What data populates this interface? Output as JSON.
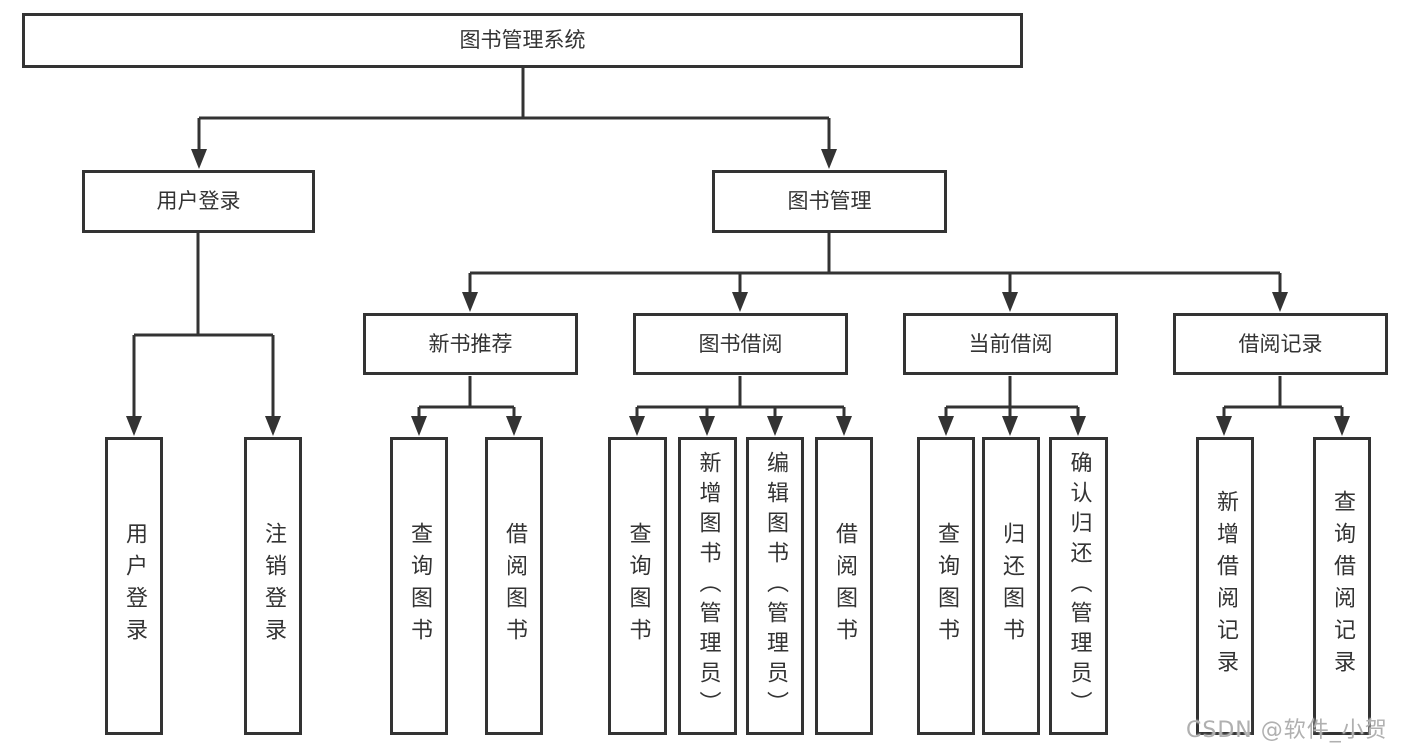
{
  "tree": {
    "label": "图书管理系统",
    "children": [
      {
        "label": "用户登录",
        "children": [
          {
            "label": "用户登录"
          },
          {
            "label": "注销登录"
          }
        ]
      },
      {
        "label": "图书管理",
        "children": [
          {
            "label": "新书推荐",
            "children": [
              {
                "label": "查询图书"
              },
              {
                "label": "借阅图书"
              }
            ]
          },
          {
            "label": "图书借阅",
            "children": [
              {
                "label": "查询图书"
              },
              {
                "label": "新增图书（管理员）"
              },
              {
                "label": "编辑图书（管理员）"
              },
              {
                "label": "借阅图书"
              }
            ]
          },
          {
            "label": "当前借阅",
            "children": [
              {
                "label": "查询图书"
              },
              {
                "label": "归还图书"
              },
              {
                "label": "确认归还（管理员）"
              }
            ]
          },
          {
            "label": "借阅记录",
            "children": [
              {
                "label": "新增借阅记录"
              },
              {
                "label": "查询借阅记录"
              }
            ]
          }
        ]
      }
    ]
  },
  "watermark": "CSDN @软件_小贺同学",
  "colors": {
    "border": "#333333",
    "line": "#333333",
    "text": "#333333",
    "watermark": "#b0b0b0",
    "background": "#ffffff"
  }
}
